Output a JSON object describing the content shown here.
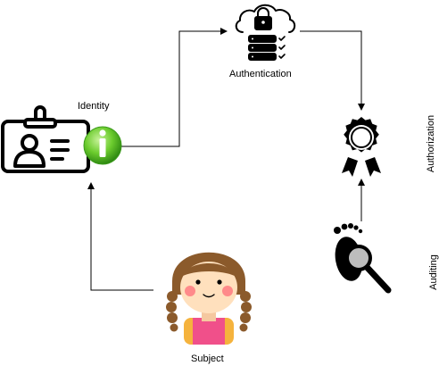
{
  "diagram": {
    "nodes": {
      "identity": {
        "label": "Identity",
        "icon": "id-card-info-icon"
      },
      "authentication": {
        "label": "Authentication",
        "icon": "cloud-lock-server-icon"
      },
      "authorization": {
        "label": "Authorization",
        "icon": "award-ribbon-icon"
      },
      "auditing": {
        "label": "Auditing",
        "icon": "footprint-magnifier-icon"
      },
      "subject": {
        "label": "Subject",
        "icon": "girl-avatar-icon"
      }
    },
    "edges": [
      {
        "from": "subject",
        "to": "identity"
      },
      {
        "from": "identity",
        "to": "authentication"
      },
      {
        "from": "authentication",
        "to": "authorization"
      },
      {
        "from": "auditing",
        "to": "authorization"
      }
    ],
    "colors": {
      "line": "#000000",
      "info_green": "#5cb82a",
      "hair": "#8b5a2b",
      "skin": "#ffe0bd",
      "cheek": "#ff8a8a",
      "shirt": "#f0508a"
    }
  }
}
